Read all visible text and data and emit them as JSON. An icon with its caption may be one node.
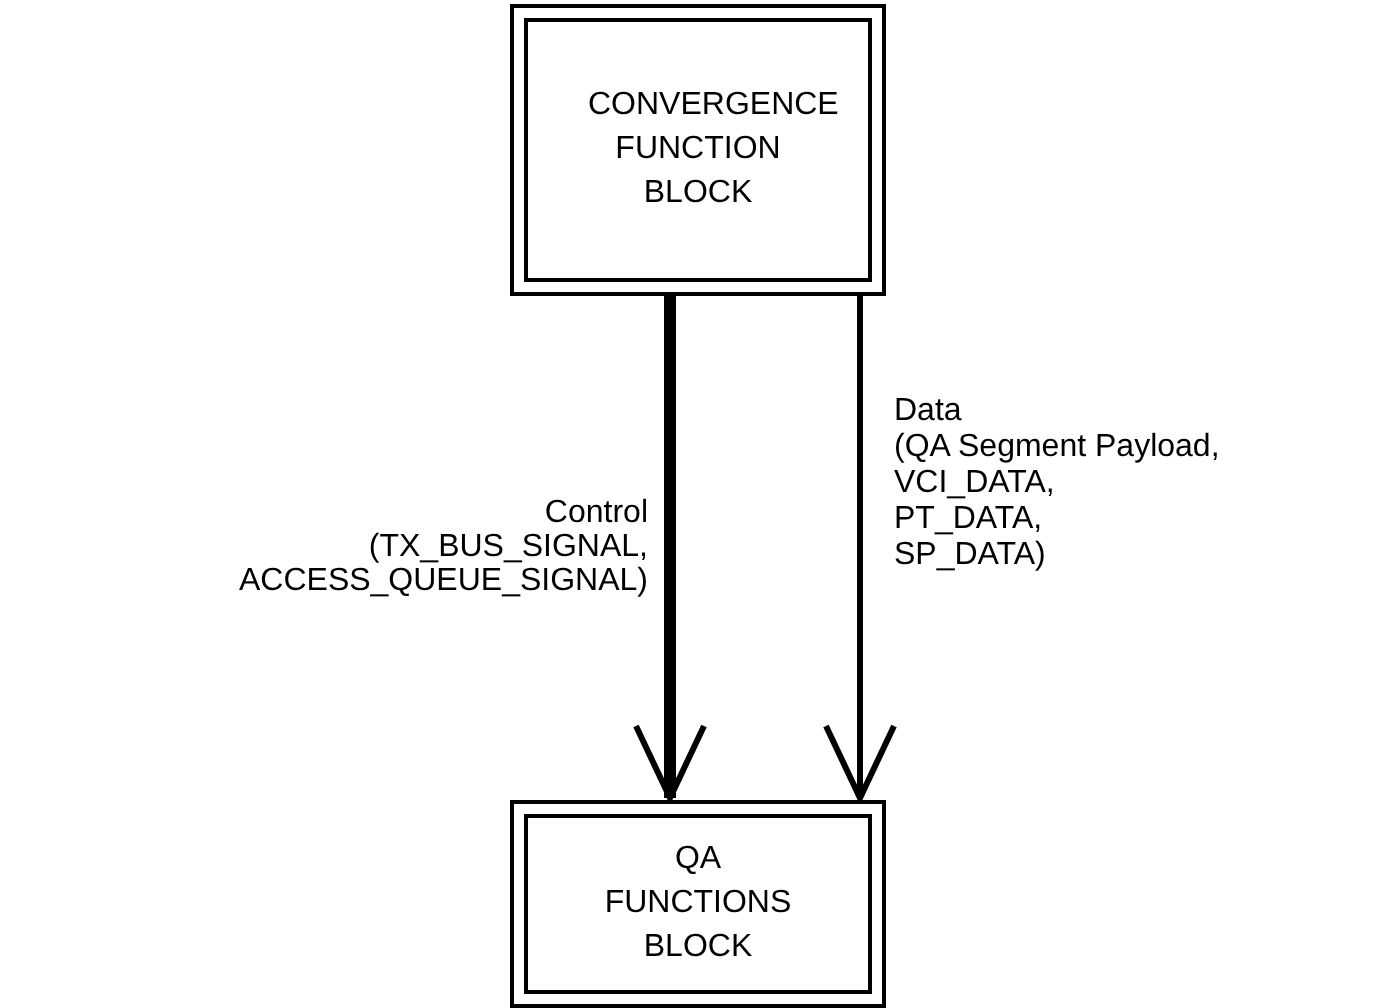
{
  "diagram": {
    "nodes": [
      {
        "text": [
          "CONVERGENCE FUNCTION BLOCK"
        ]
      },
      {
        "text": [
          "QA FUNCTIONS BLOCK"
        ]
      }
    ],
    "edges": [
      {
        "from": 0,
        "to": 1,
        "arrow": "to",
        "label": "Control (TX_BUS_SIGNAL, ACCESS_QUEUE_SIGNAL)",
        "style": "thick"
      },
      {
        "from": 0,
        "to": 1,
        "arrow": "to",
        "label": "Data (QA Segment Payload, VCI_DATA, PT_DATA, SP_DATA)"
      }
    ]
  }
}
